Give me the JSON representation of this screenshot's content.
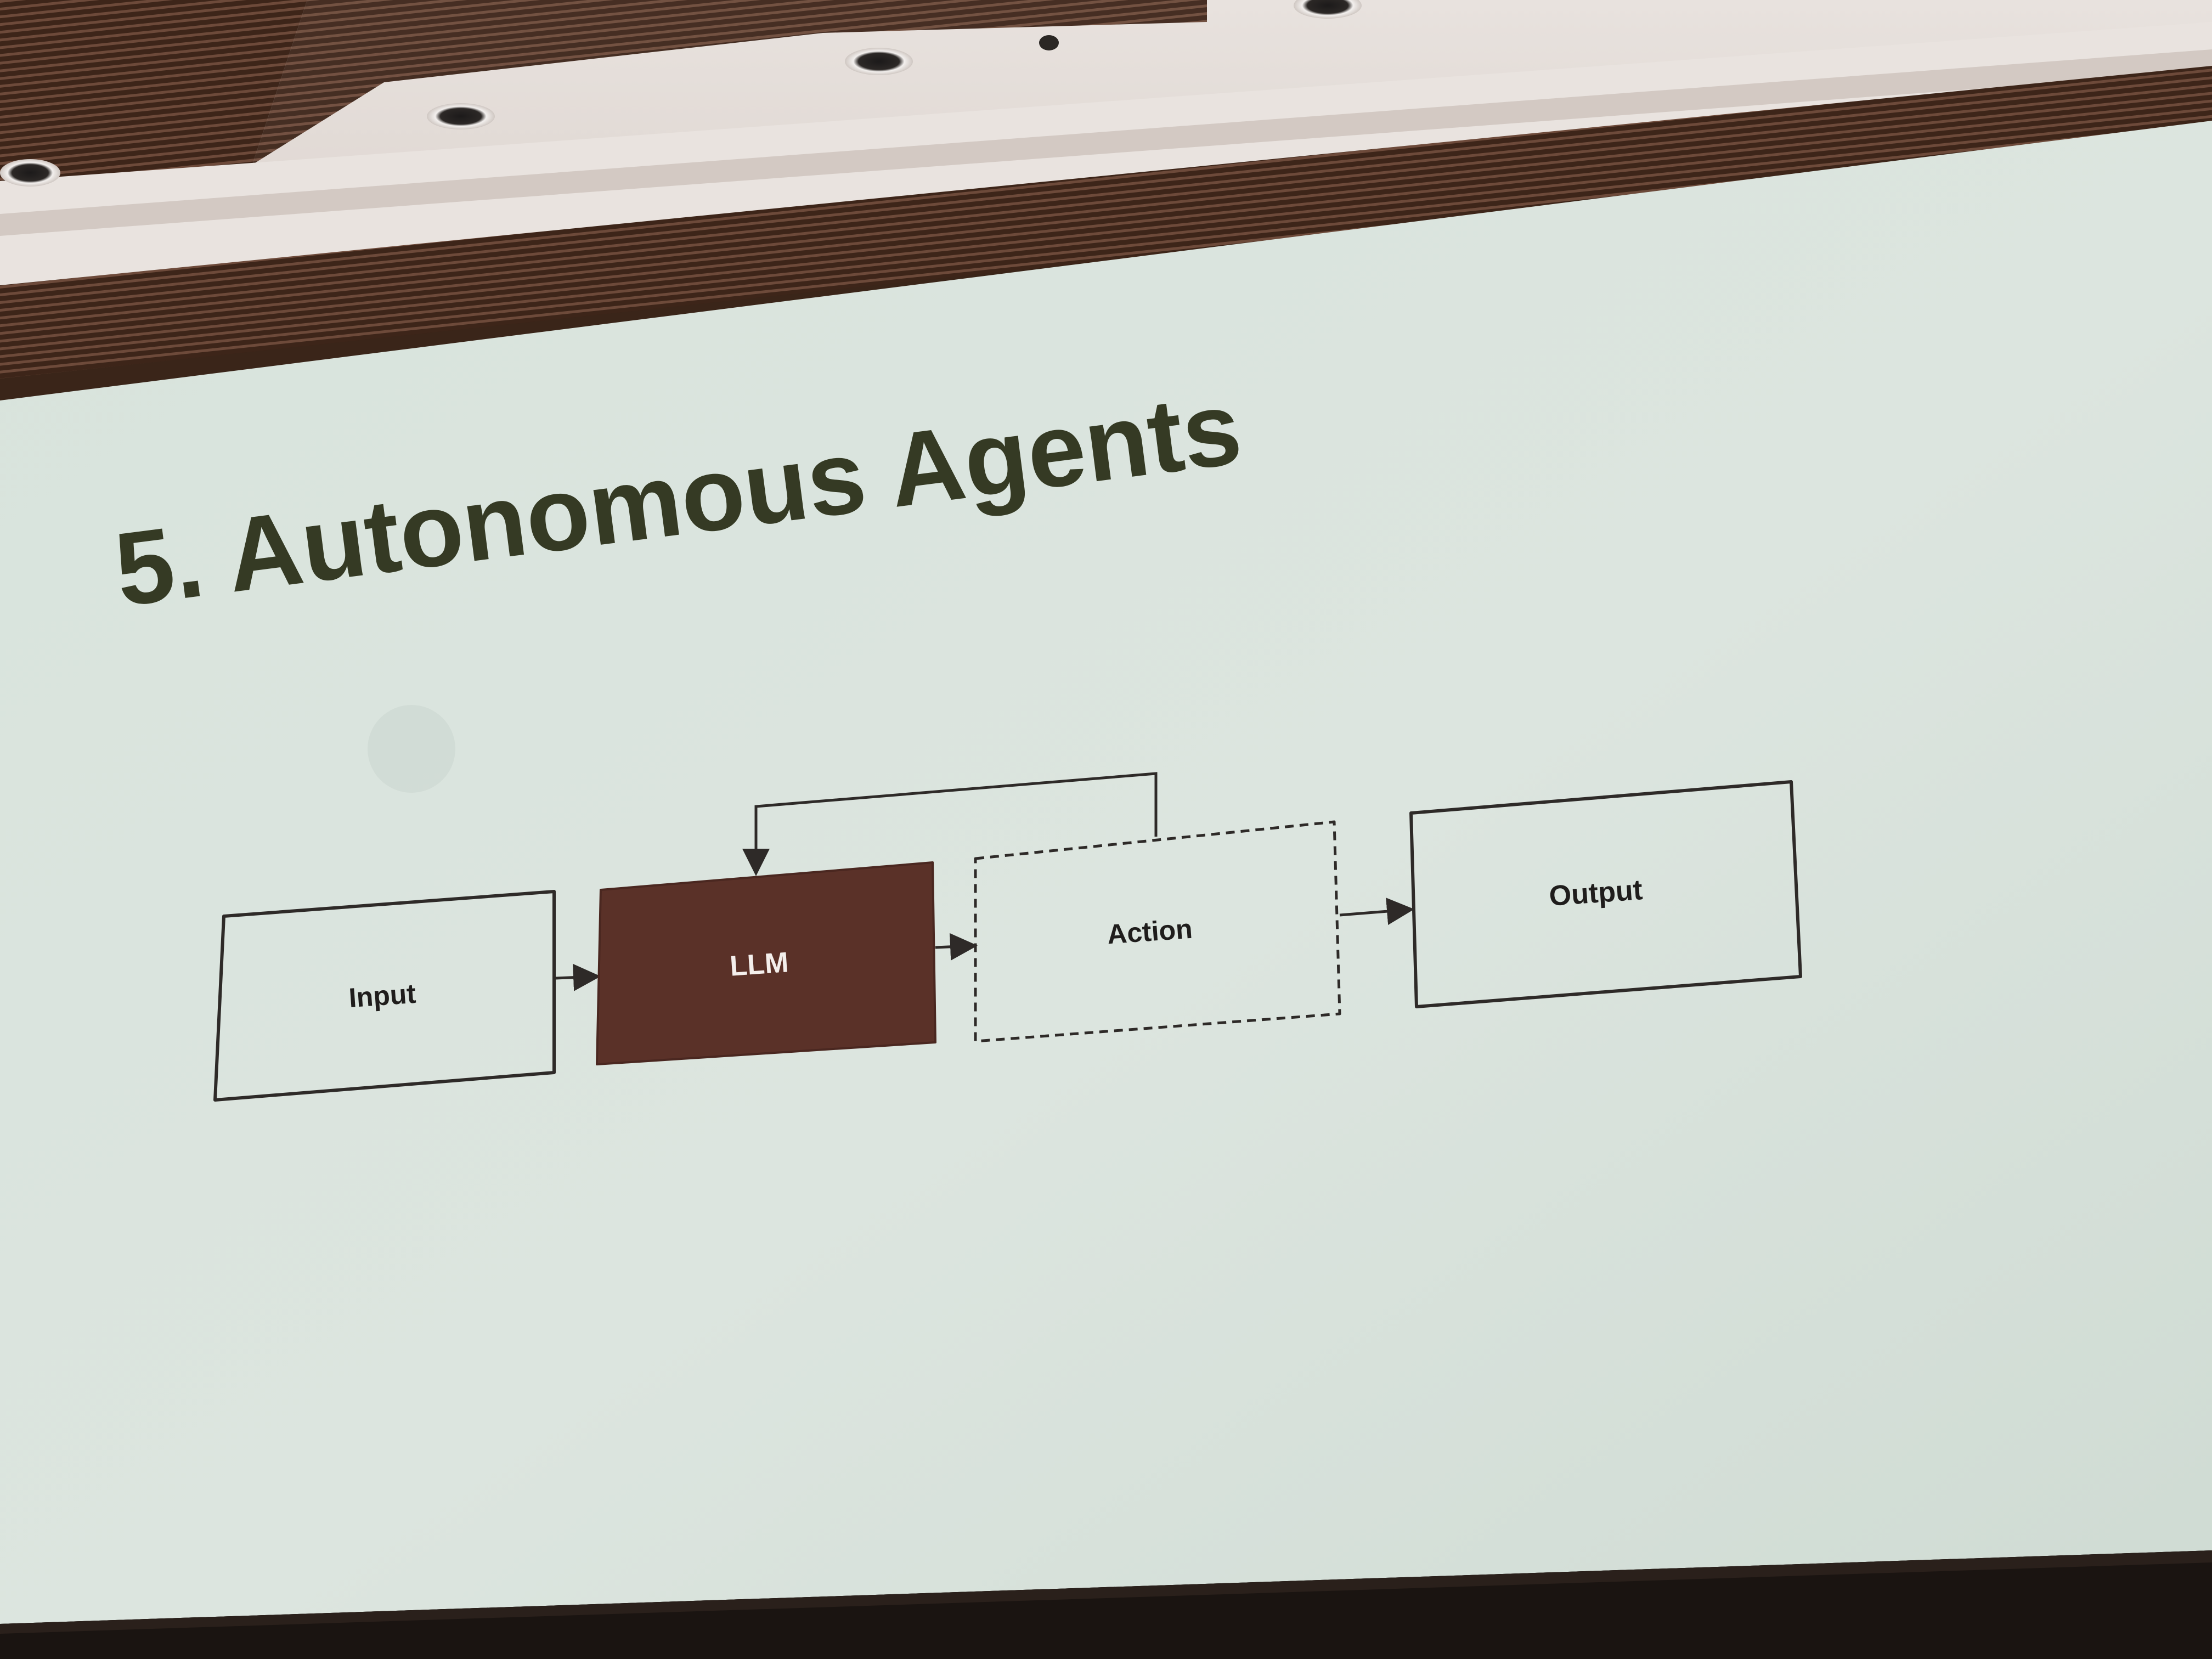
{
  "slide": {
    "title": "5. Autonomous Agents",
    "nodes": {
      "input": "Input",
      "llm": "LLM",
      "action": "Action",
      "output": "Output"
    }
  },
  "colors": {
    "screen": "#d9e3dc",
    "title_text": "#353a24",
    "llm_fill": "#5a3128",
    "box_stroke": "#2e2a28",
    "ceiling_slats": "#4a2f24",
    "ceiling_panel": "#e6e0dc"
  }
}
